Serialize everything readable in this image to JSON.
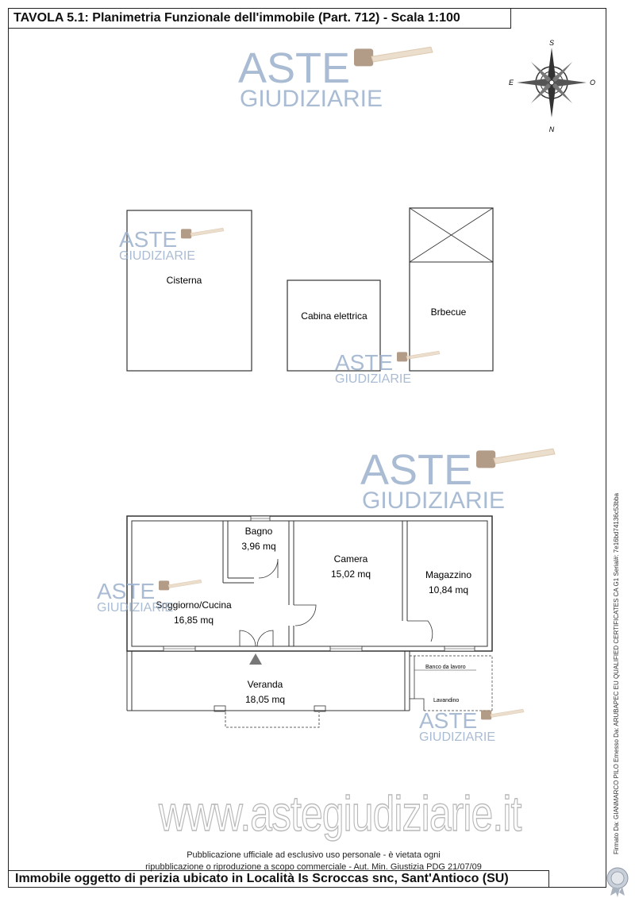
{
  "title": "TAVOLA 5.1: Planimetria Funzionale dell'immobile (Part. 712) - Scala 1:100",
  "compass": {
    "s": "S",
    "e": "E",
    "o": "O",
    "n": "N"
  },
  "structures": {
    "cisterna": "Cisterna",
    "cabina": "Cabina elettrica",
    "barbecue": "Brbecue"
  },
  "rooms": {
    "bagno": {
      "name": "Bagno",
      "area": "3,96 mq"
    },
    "camera": {
      "name": "Camera",
      "area": "15,02 mq"
    },
    "magazzino": {
      "name": "Magazzino",
      "area": "10,84 mq"
    },
    "soggiorno": {
      "name": "Soggiorno/Cucina",
      "area": "16,85 mq"
    },
    "veranda": {
      "name": "Veranda",
      "area": "18,05 mq"
    },
    "banco": "Banco da lavoro",
    "lavandino": "Lavandino"
  },
  "watermark": {
    "line1": "ASTE",
    "line2": "GIUDIZIARIE",
    "site": "www.astegiudiziarie.it"
  },
  "notice": {
    "line1": "Pubblicazione ufficiale ad esclusivo uso personale - è vietata ogni",
    "line2": "ripubblicazione o riproduzione a scopo commerciale - Aut. Min. Giustizia PDG 21/07/09"
  },
  "footer": "Immobile oggetto di perizia ubicato in Località Is Scroccas snc, Sant'Antioco (SU)",
  "signature": "Firmato Da: GIANMARCO PILO Emesso Da: ARUBAPEC EU QUALIFIED CERTIFICATES CA G1 Serial#: 7e16bd74136c53bba",
  "colors": {
    "watermark": "#9bb0cc",
    "lines": "#333333"
  }
}
